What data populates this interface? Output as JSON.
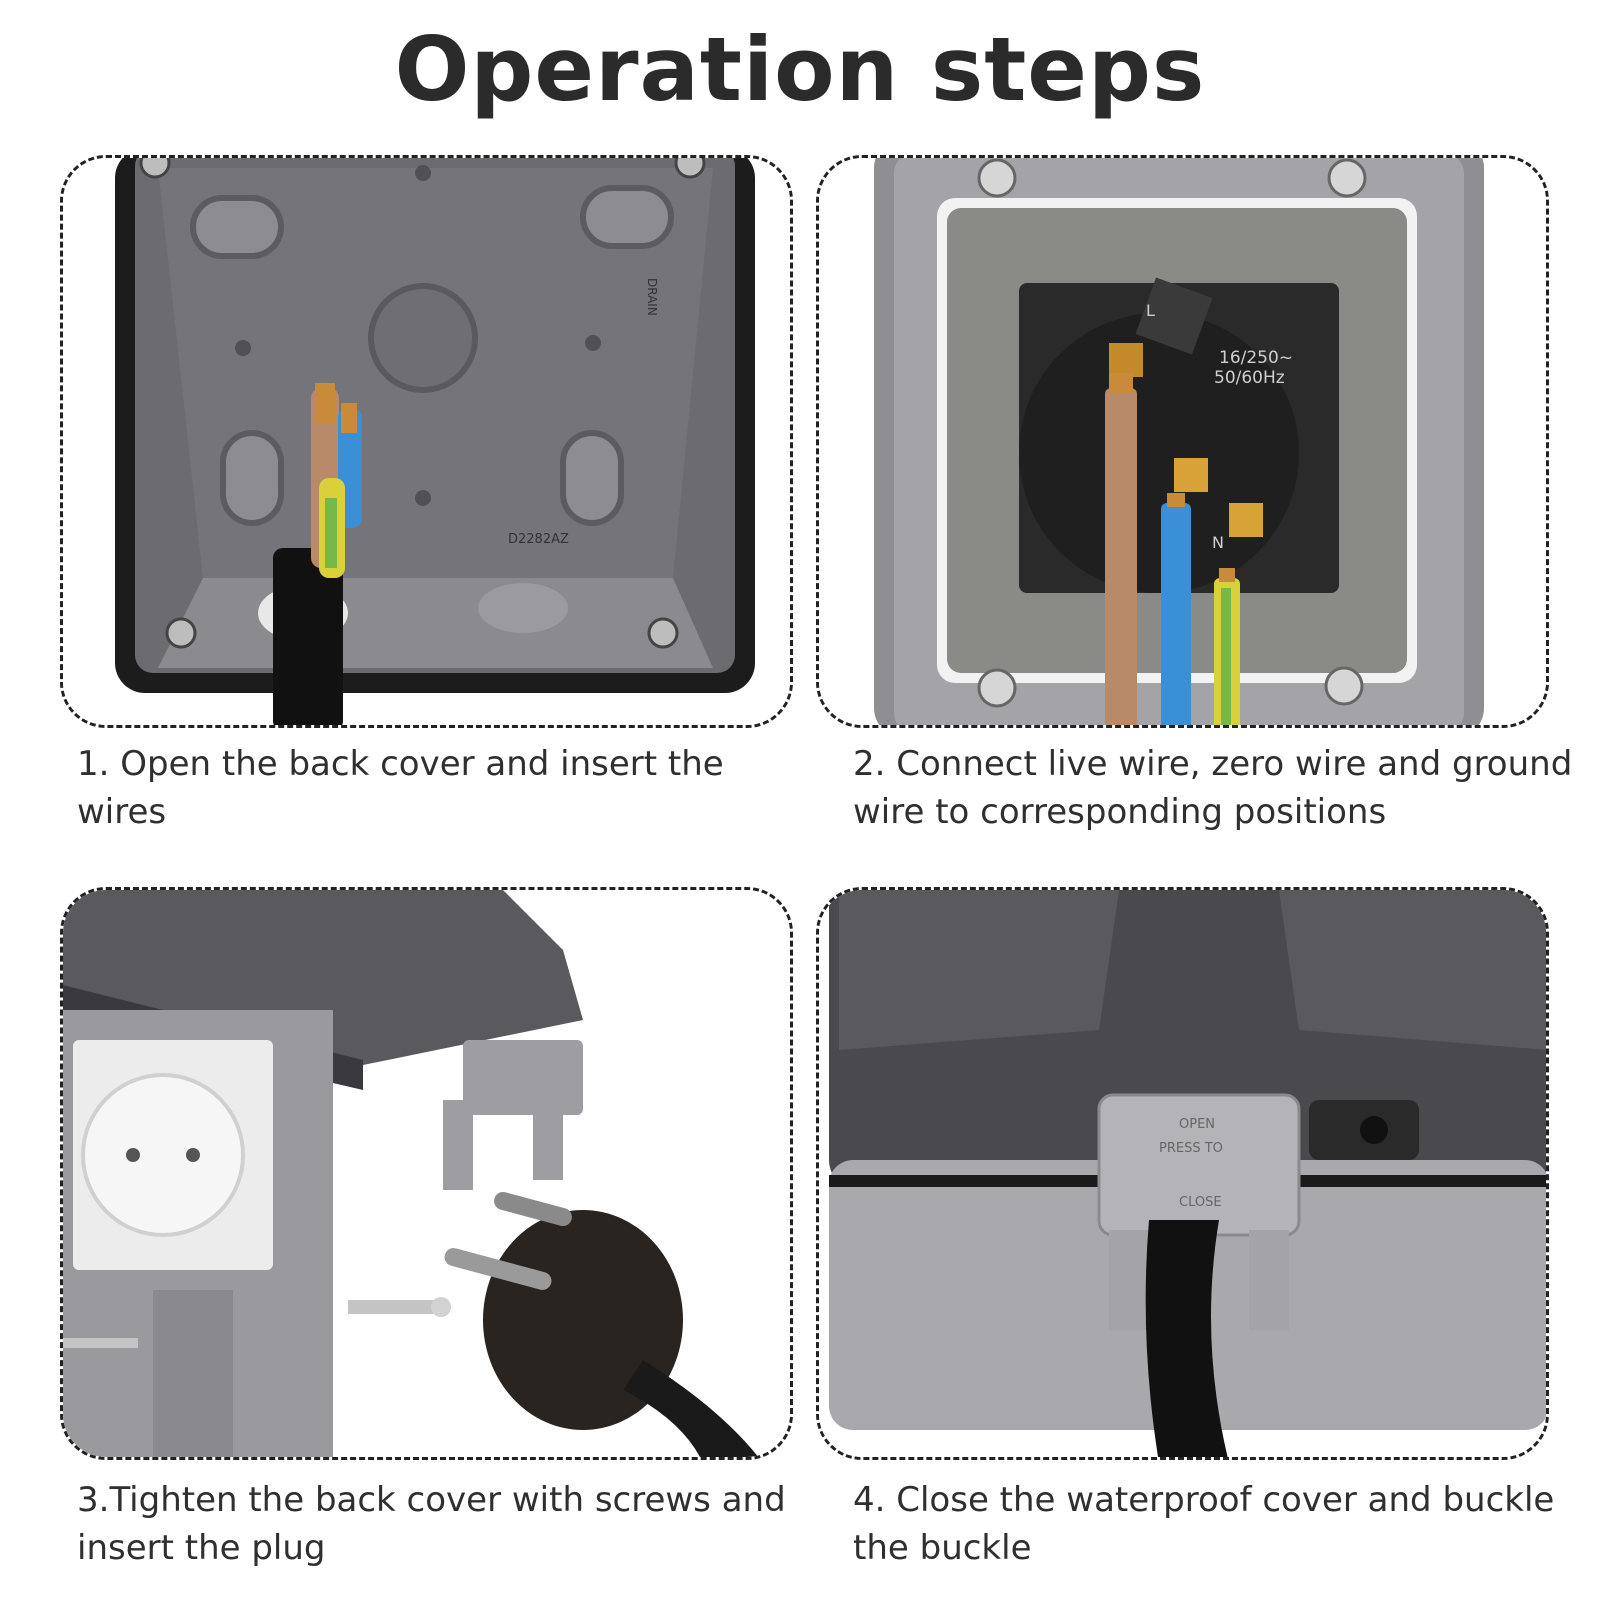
{
  "page": {
    "title": "Operation steps"
  },
  "steps": [
    {
      "caption": "1. Open the back cover and insert the wires"
    },
    {
      "caption": "2. Connect live wire, zero wire and ground wire to corresponding positions"
    },
    {
      "caption": "3.Tighten the back cover with screws and insert the plug"
    },
    {
      "caption": "4. Close the waterproof cover and buckle the buckle"
    }
  ],
  "socket_labels": {
    "rating": "16/250~",
    "frequency": "50/60Hz",
    "live": "L",
    "neutral": "N"
  },
  "box_labels": {
    "drain": "DRAIN",
    "model": "D2282AZ"
  },
  "buckle_labels": {
    "open": "OPEN",
    "press": "PRESS TO",
    "close": "CLOSE"
  },
  "colors": {
    "live_wire": "#b98a6a",
    "neutral_wire": "#3a8fd6",
    "ground_wire": "#d9d13a",
    "housing": "#8e8e93"
  }
}
